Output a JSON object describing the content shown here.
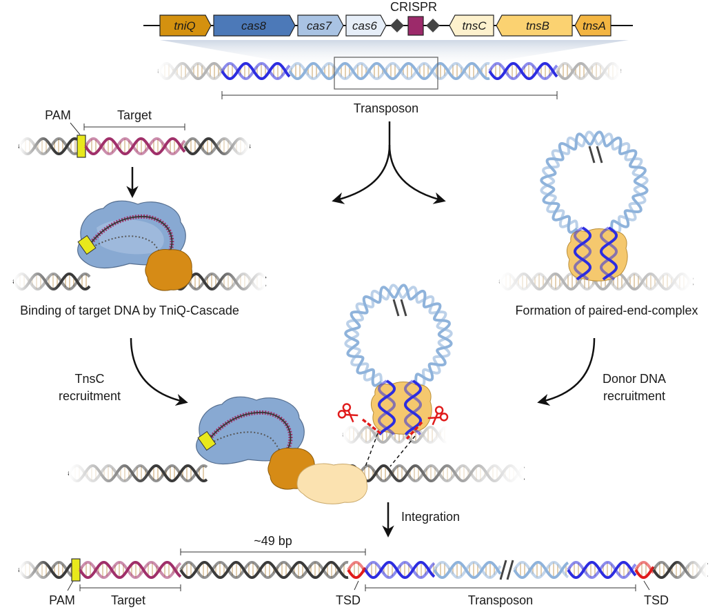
{
  "operon": {
    "crispr_label": "CRISPR",
    "genes": [
      {
        "name": "tniQ",
        "color": "#d4910f"
      },
      {
        "name": "cas8",
        "color": "#4c79b8"
      },
      {
        "name": "cas7",
        "color": "#a9c3e3"
      },
      {
        "name": "cas6",
        "color": "#e6eef8"
      },
      {
        "name": "tnsC",
        "color": "#fdf1cd"
      },
      {
        "name": "tnsB",
        "color": "#fbd271"
      },
      {
        "name": "tnsA",
        "color": "#f3b542"
      }
    ],
    "crispr_color": "#9c2a6a"
  },
  "labels": {
    "transposon_top": "Transposon",
    "pam": "PAM",
    "target": "Target",
    "step_binding": "Binding of target DNA by TniQ-Cascade",
    "step_pec": "Formation of paired-end-complex",
    "tnsc_recruitment_1": "TnsC",
    "tnsc_recruitment_2": "recruitment",
    "donor_1": "Donor DNA",
    "donor_2": "recruitment",
    "integration": "Integration",
    "distance": "~49 bp",
    "pam_bottom": "PAM",
    "target_bottom": "Target",
    "tsd_left": "TSD",
    "transposon_bottom": "Transposon",
    "tsd_right": "TSD"
  },
  "colors": {
    "dna_dark": "#3b3b3b",
    "dna_grey": "#b5b5b5",
    "transposon_end": "#2d2de0",
    "transposon_body": "#8fb3db",
    "target": "#a0306a",
    "pam": "#e8e81c",
    "tsd": "#e01b1b",
    "cascade": "#88a9d2",
    "tniq": "#d68b16",
    "tnsc": "#fbe2b0",
    "tnsb": "#f5c86e",
    "scissors": "#e01b1b"
  }
}
